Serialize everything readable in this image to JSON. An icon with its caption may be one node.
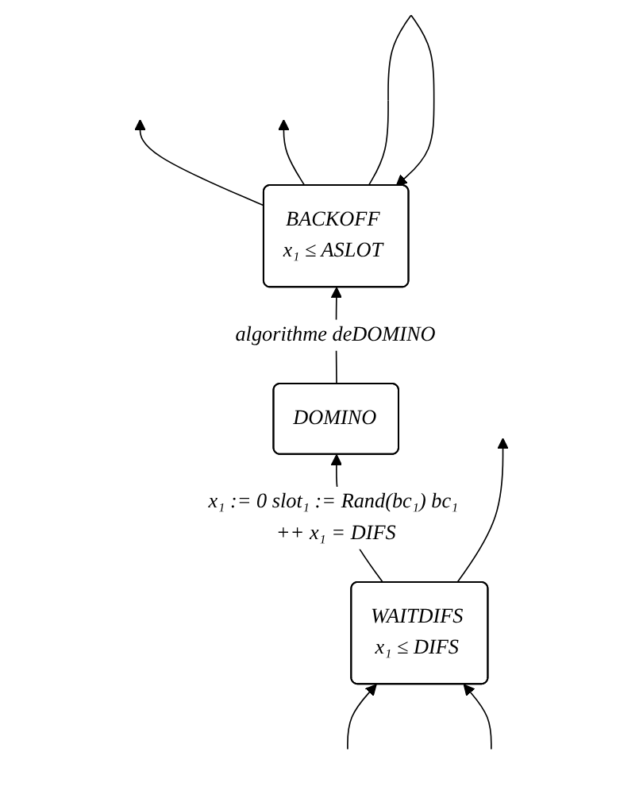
{
  "diagram": {
    "nodes": [
      {
        "text": [
          "BACKOFF",
          "x₁ ≤ ASLOT"
        ]
      },
      {
        "text": [
          "DOMINO"
        ]
      },
      {
        "text": [
          "WAITDIFS",
          "x₁ ≤ DIFS"
        ]
      }
    ],
    "edges": [
      {
        "from": 0,
        "to": 0,
        "arrow": "to"
      },
      {
        "from": 0,
        "to": null,
        "arrow": "to"
      },
      {
        "from": 0,
        "to": null,
        "arrow": "to"
      },
      {
        "from": 1,
        "to": 0,
        "arrow": "to",
        "label": "algorithme deDOMINO"
      },
      {
        "from": 2,
        "to": 1,
        "arrow": "to",
        "label": "x₁ := 0 slot₁ := Rand(bc₁) bc₁ ++ x₁ = DIFS"
      },
      {
        "from": null,
        "to": 2,
        "arrow": "to"
      },
      {
        "from": 2,
        "to": null,
        "arrow": "to"
      },
      {
        "from": null,
        "to": 2,
        "arrow": "to"
      }
    ]
  }
}
